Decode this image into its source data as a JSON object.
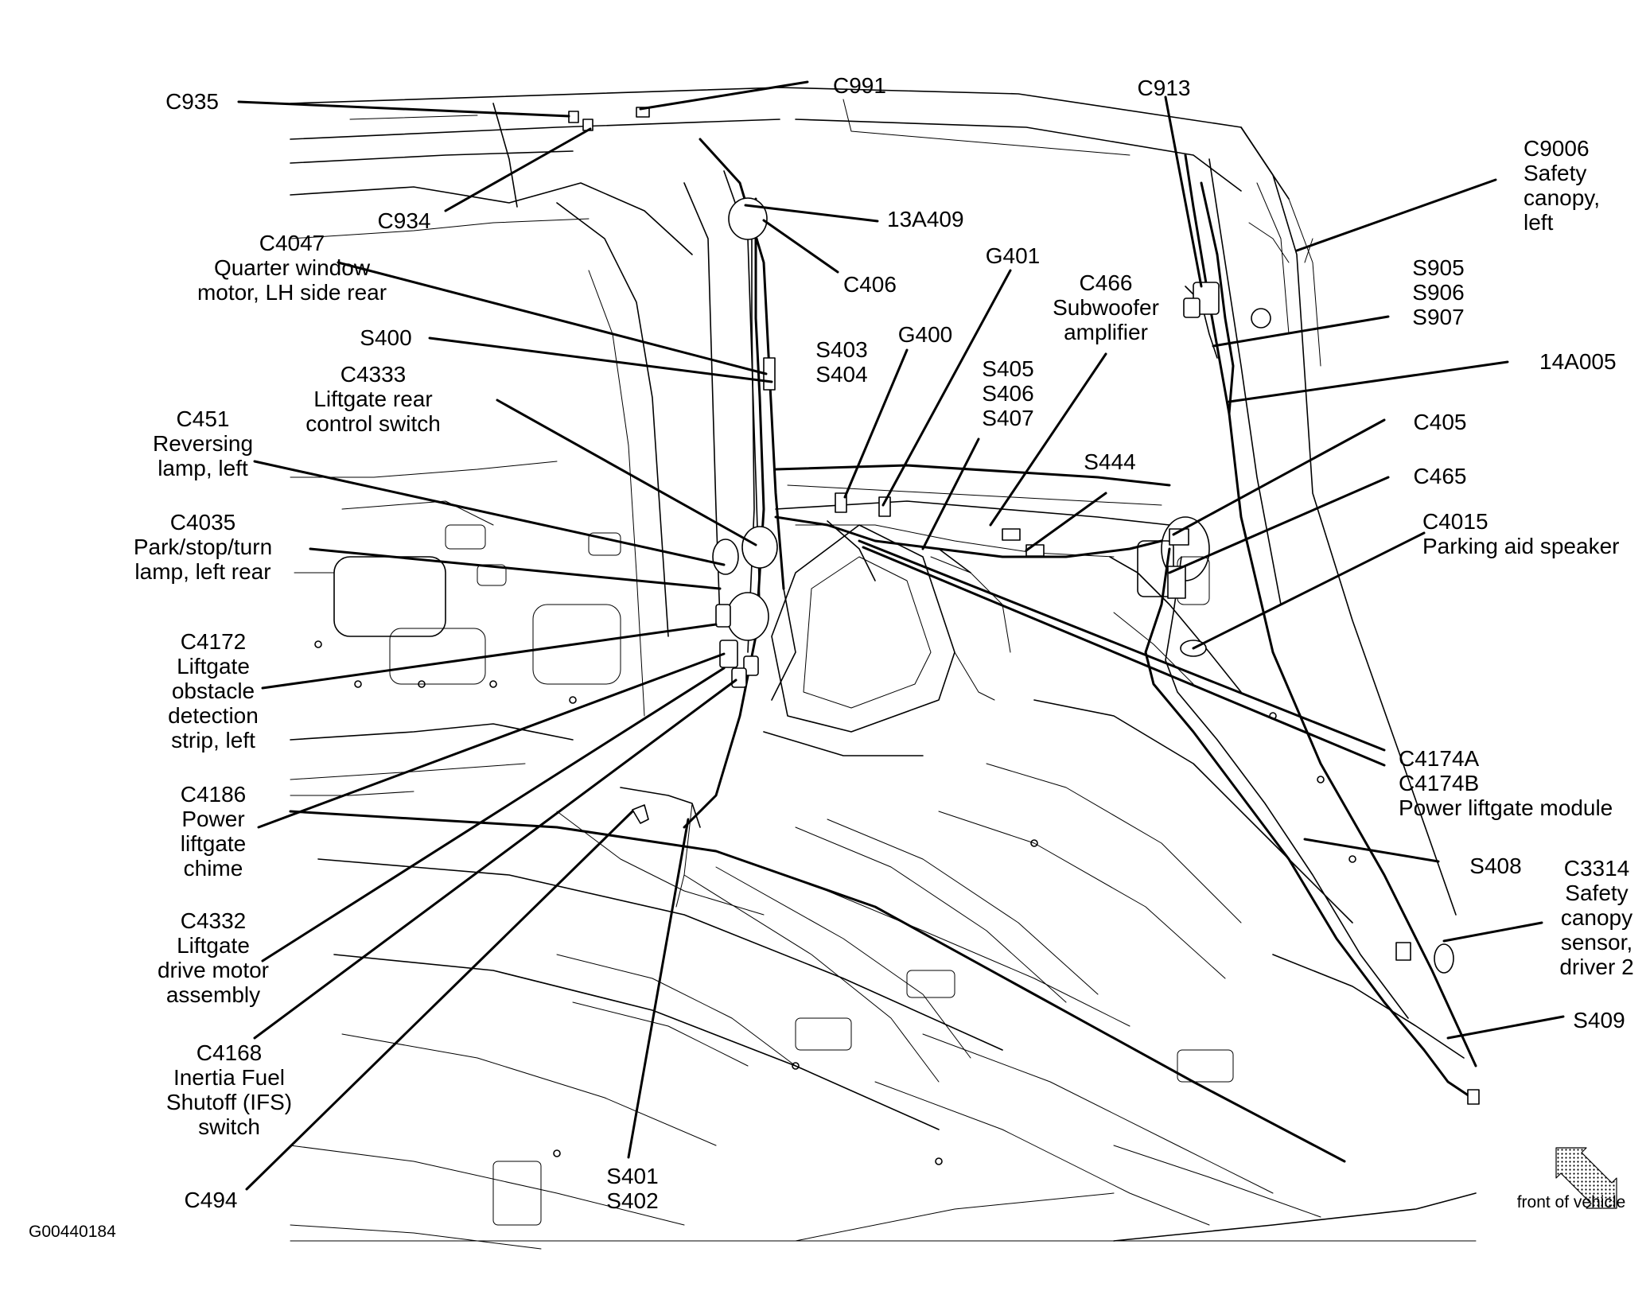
{
  "callouts": {
    "c935": [
      "C935"
    ],
    "c991": [
      "C991"
    ],
    "c934": [
      "C934"
    ],
    "c913": [
      "C913"
    ],
    "c9006": [
      "C9006",
      "Safety",
      "canopy,",
      "left"
    ],
    "a13a409": [
      "13A409"
    ],
    "c406": [
      "C406"
    ],
    "c4047": [
      "C4047",
      "Quarter window",
      "motor, LH side rear"
    ],
    "g401": [
      "G401"
    ],
    "c466": [
      "C466",
      "Subwoofer",
      "amplifier"
    ],
    "s905": [
      "S905",
      "S906",
      "S907"
    ],
    "s400": [
      "S400"
    ],
    "s403": [
      "S403",
      "S404"
    ],
    "g400": [
      "G400"
    ],
    "a14a005": [
      "14A005"
    ],
    "c4333": [
      "C4333",
      "Liftgate rear",
      "control switch"
    ],
    "s405": [
      "S405",
      "S406",
      "S407"
    ],
    "c451": [
      "C451",
      "Reversing",
      "lamp, left"
    ],
    "c405": [
      "C405"
    ],
    "s444": [
      "S444"
    ],
    "c465": [
      "C465"
    ],
    "c4035": [
      "C4035",
      "Park/stop/turn",
      "lamp, left rear"
    ],
    "c4015": [
      "C4015",
      "Parking aid speaker"
    ],
    "c4172": [
      "C4172",
      "Liftgate",
      "obstacle",
      "detection",
      "strip, left"
    ],
    "c4174": [
      "C4174A",
      "C4174B",
      "Power liftgate module"
    ],
    "c4186": [
      "C4186",
      "Power",
      "liftgate",
      "chime"
    ],
    "s408": [
      "S408"
    ],
    "c3314": [
      "C3314",
      "Safety",
      "canopy",
      "sensor,",
      "driver 2"
    ],
    "c4332": [
      "C4332",
      "Liftgate",
      "drive motor",
      "assembly"
    ],
    "s409": [
      "S409"
    ],
    "c4168": [
      "C4168",
      "Inertia Fuel",
      "Shutoff (IFS)",
      "switch"
    ],
    "s401": [
      "S401",
      "S402"
    ],
    "c494": [
      "C494"
    ]
  },
  "figure_id": "G00440184",
  "front_label": "front of vehicle",
  "arrow_icon": "front-direction-arrow-icon"
}
